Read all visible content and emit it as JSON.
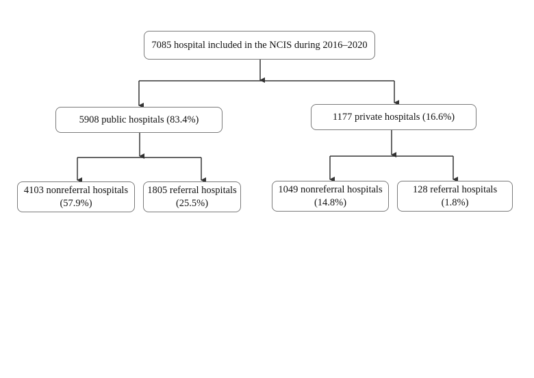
{
  "diagram": {
    "root": {
      "label": "7085 hospital included in the NCIS during 2016–2020"
    },
    "public": {
      "label": "5908 public hospitals (83.4%)"
    },
    "private": {
      "label": "1177 private hospitals (16.6%)"
    },
    "public_nonreferral": {
      "line1": "4103 nonreferral hospitals",
      "line2": "(57.9%)"
    },
    "public_referral": {
      "line1": "1805 referral hospitals",
      "line2": "(25.5%)"
    },
    "private_nonreferral": {
      "line1": "1049 nonreferral hospitals",
      "line2": "(14.8%)"
    },
    "private_referral": {
      "line1": "128 referral hospitals",
      "line2": "(1.8%)"
    }
  }
}
